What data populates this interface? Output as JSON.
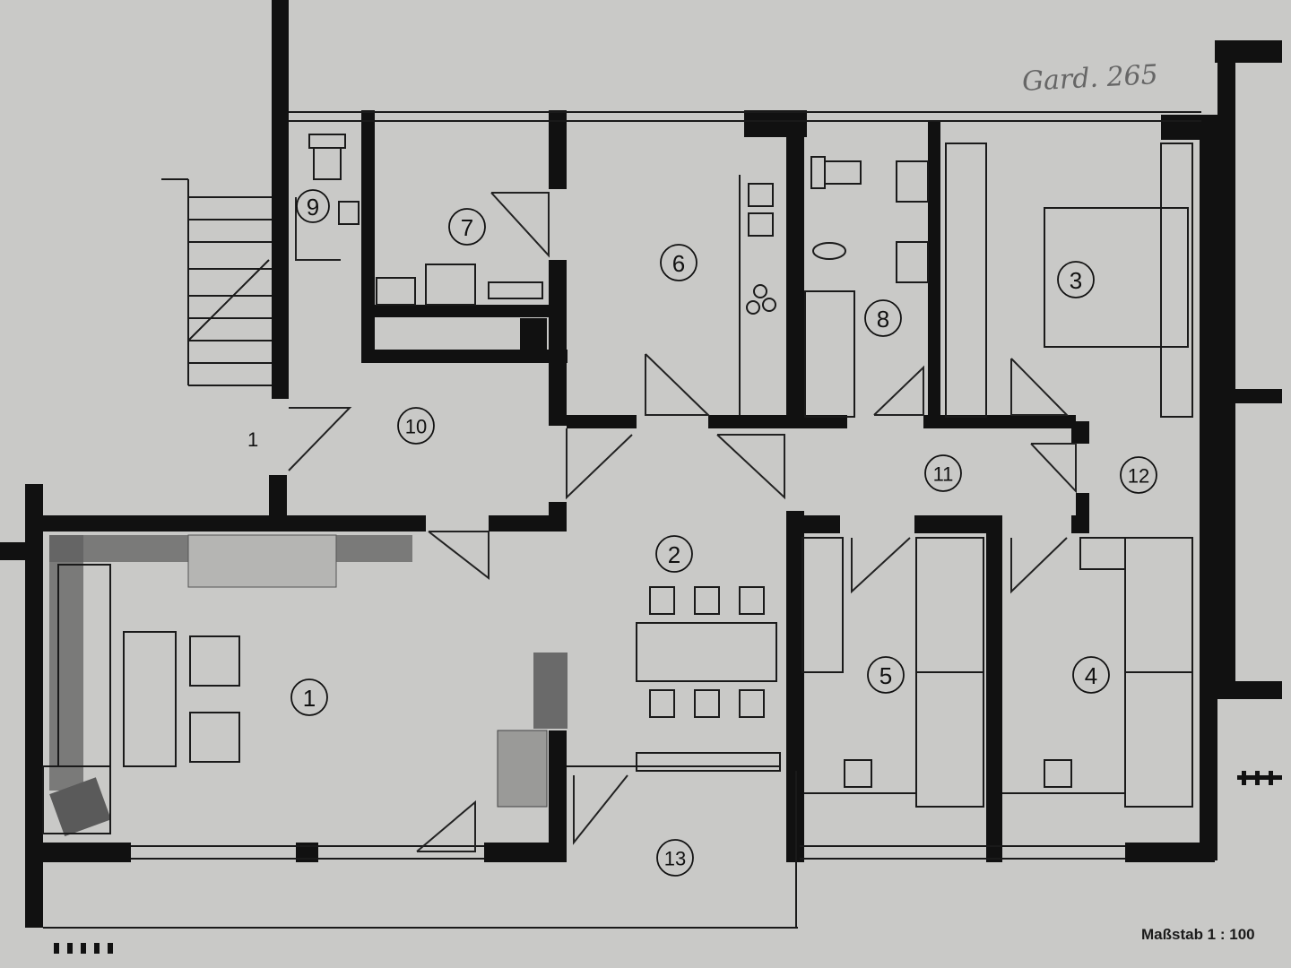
{
  "plan": {
    "handwritten_note": "Gard. 265",
    "scale_label": "Maßstab 1 : 100",
    "stair_label": "1",
    "rooms": [
      "1",
      "2",
      "3",
      "4",
      "5",
      "6",
      "7",
      "8",
      "9",
      "10",
      "11",
      "12",
      "13"
    ]
  }
}
